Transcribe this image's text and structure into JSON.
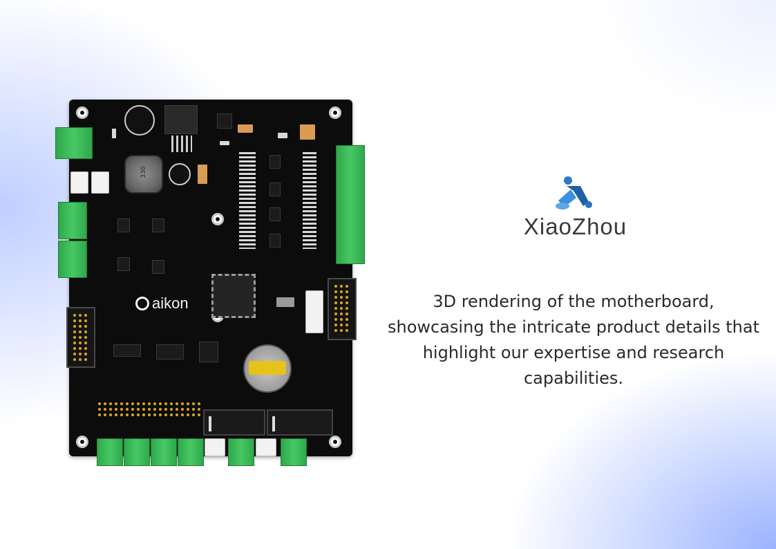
{
  "product_image": {
    "alt": "3D rendering of motherboard",
    "board_brand": "aikon",
    "inductor_label": "330"
  },
  "brand": {
    "name": "XiaoZhou",
    "colors": {
      "blue_dark": "#1f5fa8",
      "blue_light": "#5aa8e6",
      "text": "#3a3a3a"
    }
  },
  "description": "3D rendering of the motherboard, showcasing the intricate product details that highlight our expertise and research capabilities."
}
